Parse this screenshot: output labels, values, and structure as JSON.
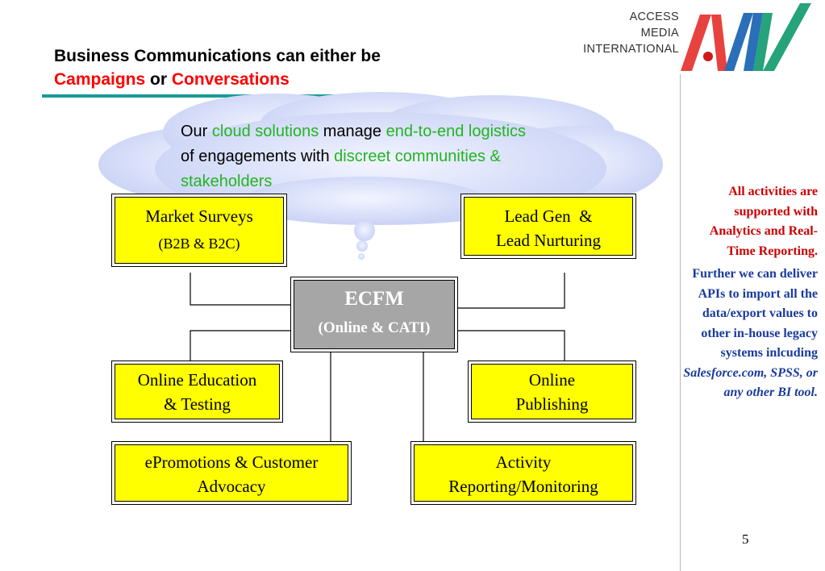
{
  "header": {
    "title_line1": "Business Communications can either be",
    "title_campaigns": "Campaigns",
    "title_or": " or ",
    "title_conversations": "Conversations"
  },
  "logo": {
    "line1": "ACCESS",
    "line2": "MEDIA",
    "line3": "INTERNATIONAL"
  },
  "cloud": {
    "p1": "Our ",
    "g1": "cloud solutions",
    "p2": " manage ",
    "g2": "end-to-end logistics",
    "p3": " of engagements with ",
    "g3": "discreet communities & stakeholders"
  },
  "boxes": {
    "market_main": "Market Surveys",
    "market_sub": "(B2B & B2C)",
    "lead_line1": "Lead Gen  &",
    "lead_line2": "Lead Nurturing",
    "ecfm_main": "ECFM",
    "ecfm_sub": "(Online & CATI)",
    "edu_line1": "Online Education",
    "edu_line2": "& Testing",
    "pub_line1": "Online",
    "pub_line2": "Publishing",
    "promo_line1": "ePromotions & Customer",
    "promo_line2": "Advocacy",
    "act_line1": "Activity",
    "act_line2": "Reporting/Monitoring"
  },
  "side_note": {
    "red": "All activities are supported with Analytics and Real-Time Reporting.",
    "blue": "Further we can deliver APIs to import all the data/export values to other in-house legacy systems inlcuding ",
    "blue_italic": "Salesforce.com, SPSS, or any other BI tool."
  },
  "page_number": "5",
  "colors": {
    "accent_red": "#ff0000",
    "accent_green": "#22b522",
    "box_yellow": "#ffff00",
    "ecfm_gray": "#a6a6a6",
    "rule_teal": "#1a9a9a",
    "note_red": "#cc0000",
    "note_blue": "#1a3a9e"
  }
}
